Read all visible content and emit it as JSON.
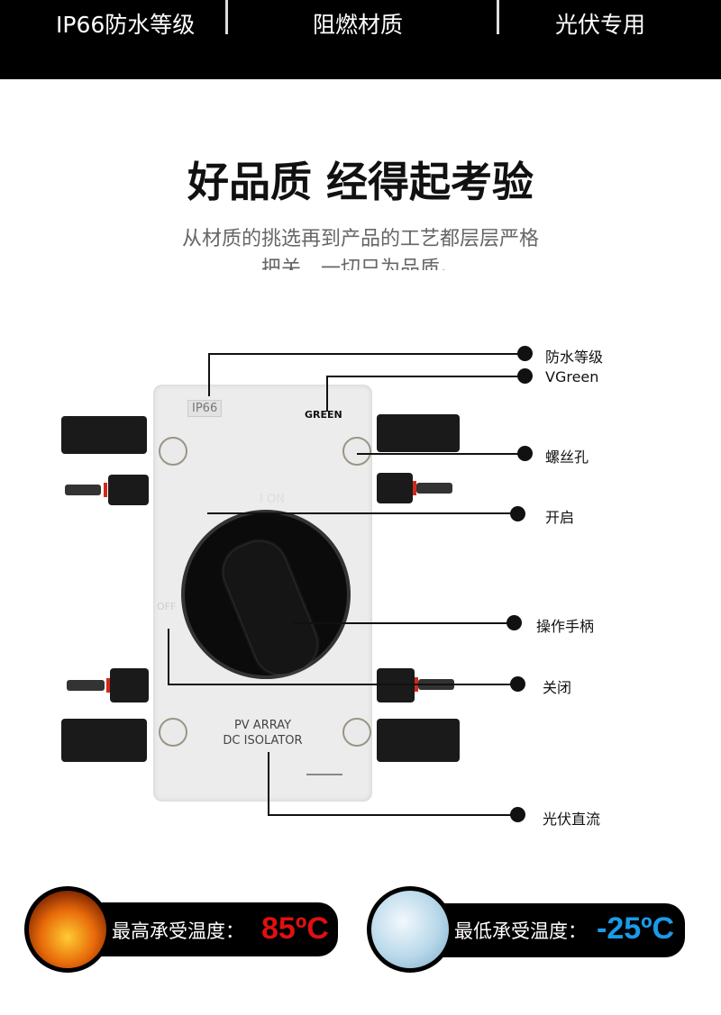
{
  "features": [
    "IP66防水等级",
    "阻燃材质",
    "光伏专用"
  ],
  "headline": "好品质 经得起考验",
  "subtitle": [
    "从材质的挑选再到产品的工艺都层层严格",
    "把关，一切只为品质。"
  ],
  "device": {
    "rating": "IP66",
    "brand": "GREEN",
    "on_mark": "I ON",
    "off_mark": "OFF",
    "label_line1": "PV ARRAY",
    "label_line2": "DC ISOLATOR"
  },
  "callouts": [
    "防水等级",
    "VGreen",
    "螺丝孔",
    "开启",
    "操作手柄",
    "关闭",
    "光伏直流"
  ],
  "temps": {
    "max_label": "最高承受温度：",
    "max_value": "85ºC",
    "min_label": "最低承受温度：",
    "min_value": "-25ºC",
    "max_color": "#e01010",
    "min_color": "#1a9be8"
  }
}
